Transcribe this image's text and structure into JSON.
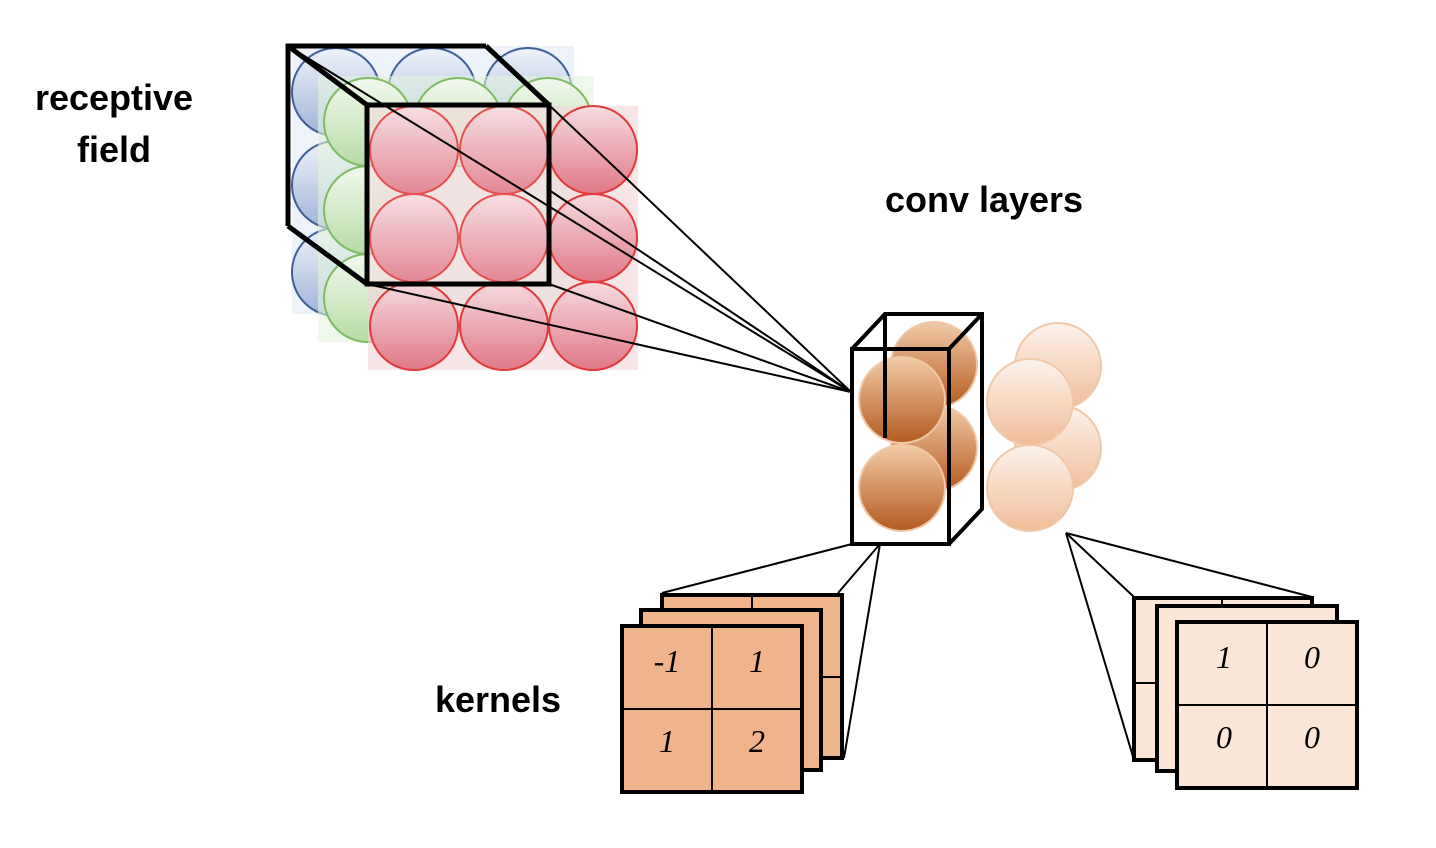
{
  "labels": {
    "receptive_line1": "receptive",
    "receptive_line2": "field",
    "conv_layers": "conv layers",
    "kernels": "kernels"
  },
  "left_kernel": {
    "values": [
      [
        "-1",
        "1"
      ],
      [
        "1",
        "2"
      ]
    ],
    "fill": "#efb48b"
  },
  "right_kernel": {
    "values": [
      [
        "1",
        "0"
      ],
      [
        "0",
        "0"
      ]
    ],
    "fill": "#fbe6d8"
  },
  "colors": {
    "input_blue": "#b8c8e4",
    "input_green": "#c9e6bd",
    "input_red": "#e27f8b",
    "conv_dark": "#b8642b",
    "conv_light": "#f2c4a3"
  }
}
